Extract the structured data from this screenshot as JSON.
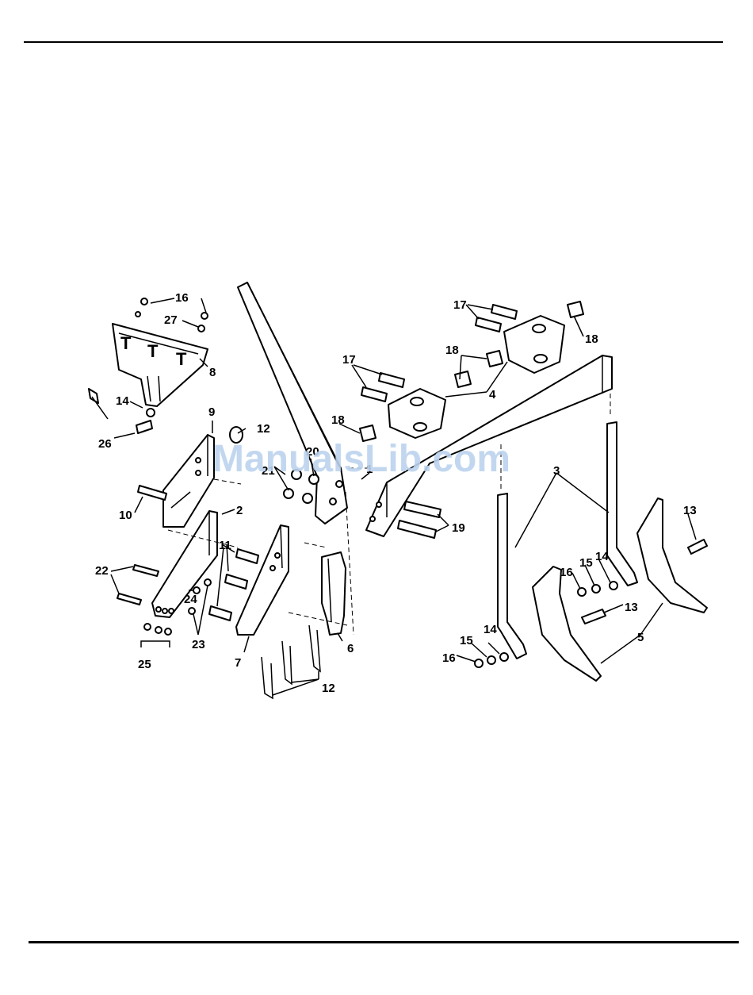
{
  "watermark": "ManualsLib.com",
  "callouts": [
    "1",
    "2",
    "3",
    "4",
    "5",
    "6",
    "7",
    "8",
    "9",
    "10",
    "11",
    "12",
    "12",
    "13",
    "13",
    "14",
    "14",
    "14",
    "15",
    "15",
    "16",
    "16",
    "17",
    "17",
    "18",
    "18",
    "18",
    "19",
    "20",
    "21",
    "22",
    "23",
    "24",
    "25",
    "26",
    "27"
  ]
}
